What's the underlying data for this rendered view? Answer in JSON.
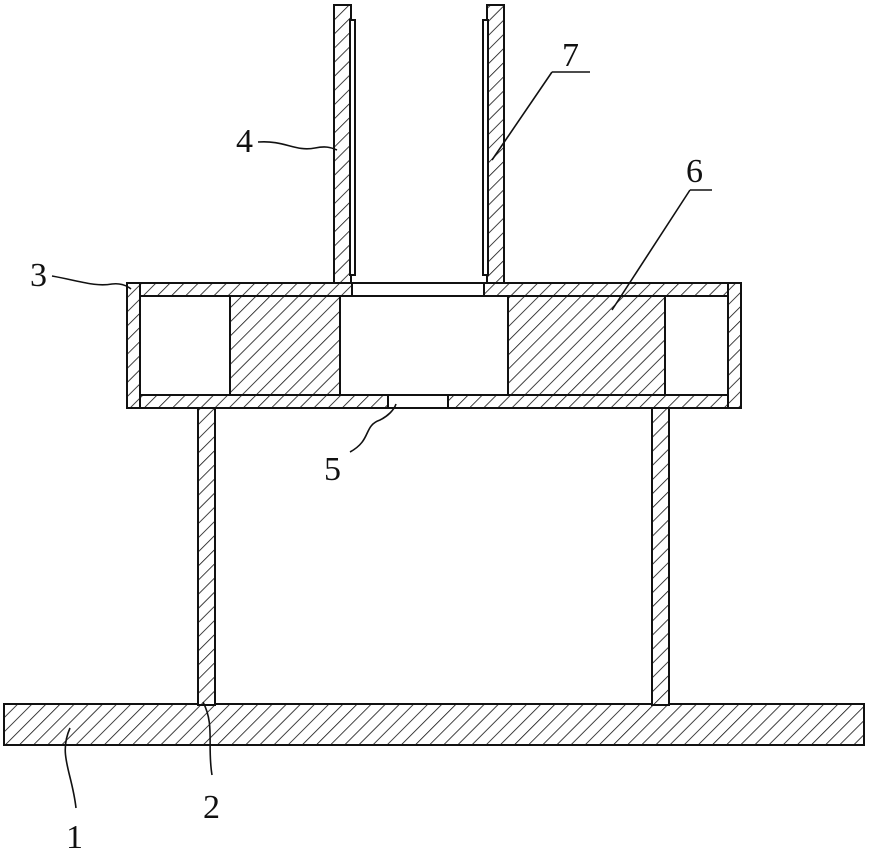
{
  "labels": {
    "base_plate": "1",
    "support_leg": "2",
    "housing": "3",
    "tube": "4",
    "bottom_opening": "5",
    "block": "6",
    "liner": "7"
  }
}
